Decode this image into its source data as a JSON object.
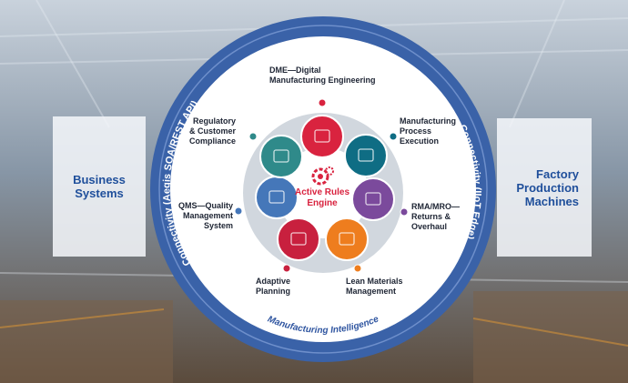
{
  "left_box": {
    "label": "Business\nSystems"
  },
  "right_box": {
    "label": "Factory\nProduction\nMachines"
  },
  "ring": {
    "left_arc": "Connectivity (Aegis SOA/REST API)",
    "right_arc": "Connectivity (IIoT Edge)",
    "bottom_arc": "Manufacturing Intelligence"
  },
  "center": {
    "label": "Active Rules\nEngine"
  },
  "modules": [
    {
      "label": "DME—Digital\nManufacturing Engineering",
      "color": "#d9233f"
    },
    {
      "label": "Manufacturing\nProcess\nExecution",
      "color": "#0f6d84"
    },
    {
      "label": "RMA/MRO—\nReturns &\nOverhaul",
      "color": "#7b4a9c"
    },
    {
      "label": "Lean Materials\nManagement",
      "color": "#ee7d1e"
    },
    {
      "label": "Adaptive\nPlanning",
      "color": "#c8203e"
    },
    {
      "label": "QMS—Quality\nManagement\nSystem",
      "color": "#4577b9"
    },
    {
      "label": "Regulatory\n& Customer\nCompliance",
      "color": "#2f8a8a"
    }
  ],
  "colors": {
    "ring_blue": "#3a62a8",
    "ring_outer": "#5f80bf",
    "accent_red": "#d9233f"
  }
}
